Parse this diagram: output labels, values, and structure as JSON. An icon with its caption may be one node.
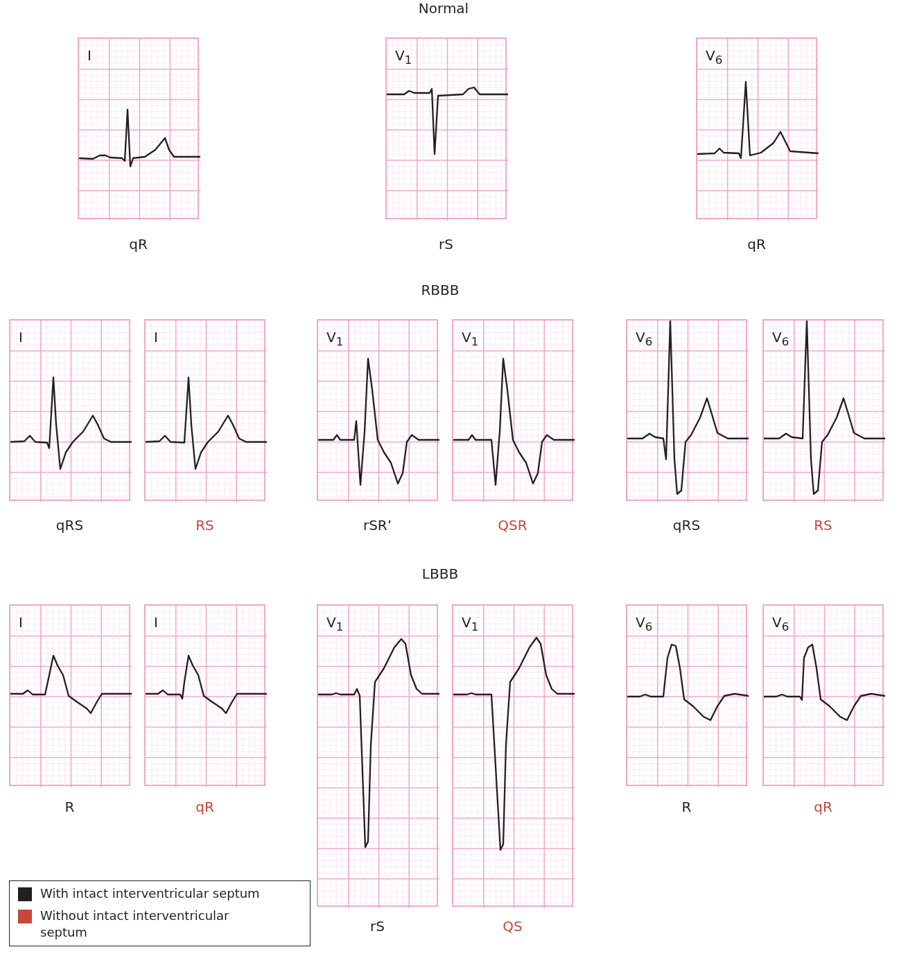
{
  "diagram": {
    "nodes": [
      {
        "text": [
          "I"
        ],
        "beside": [
          "qR"
        ]
      },
      {
        "text": [
          "V$_{1}$"
        ],
        "beside": [
          "rS"
        ]
      },
      {
        "text": [
          "V$_{6}$"
        ],
        "beside": [
          "qR"
        ]
      },
      {
        "text": [
          "I"
        ],
        "beside": [
          "qRS"
        ]
      },
      {
        "text": [
          "I"
        ],
        "beside": [
          "RS"
        ]
      },
      {
        "text": [
          "V$_{1}$"
        ],
        "beside": [
          "rSR’"
        ]
      },
      {
        "text": [
          "V$_{1}$"
        ],
        "beside": [
          "QSR"
        ]
      },
      {
        "text": [
          "V$_{6}$"
        ],
        "beside": [
          "qRS"
        ]
      },
      {
        "text": [
          "V$_{6}$"
        ],
        "beside": [
          "RS"
        ]
      },
      {
        "text": [
          "I"
        ],
        "beside": [
          "R"
        ]
      },
      {
        "text": [
          "I"
        ],
        "beside": [
          "qR"
        ]
      },
      {
        "text": [
          "V$_{1}$"
        ],
        "beside": [
          "rS"
        ]
      },
      {
        "text": [
          "V$_{1}$"
        ],
        "beside": [
          "QS"
        ]
      },
      {
        "text": [
          "V$_{6}$"
        ],
        "beside": [
          "R"
        ]
      },
      {
        "text": [
          "V$_{6}$"
        ],
        "beside": [
          "qR"
        ]
      }
    ],
    "edges": [],
    "labels": [
      "Normal",
      "RBBB",
      "LBBB"
    ],
    "legend": [
      {
        "text": "With intact interventricular septum",
        "color": "#231f20"
      },
      {
        "text": "Without intact interventricular septum",
        "color": "#c8473a"
      }
    ]
  }
}
